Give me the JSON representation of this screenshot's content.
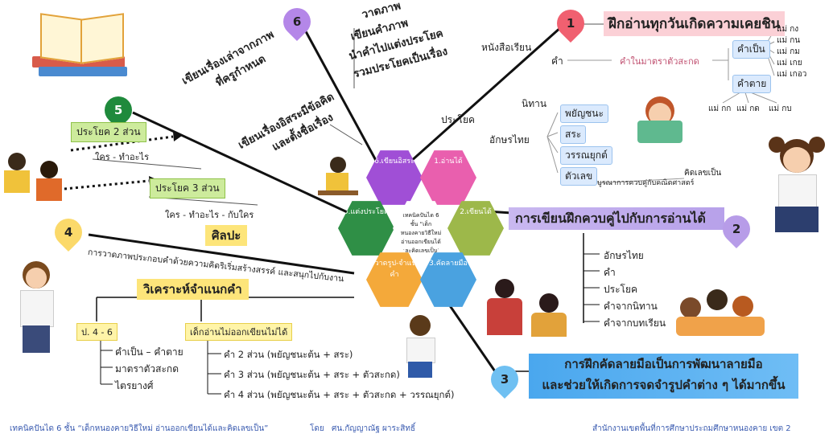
{
  "center": {
    "text": "เทคนิคปันได 6 ชั้น “เด็กหนองคายวิธีใหม่ อ่านออกเขียนได้ และคิดเลขเป็น”",
    "hexes": [
      {
        "label": "1.อ่านได้",
        "color": "#e95fae"
      },
      {
        "label": "2.เขียนได้",
        "color": "#9db84a"
      },
      {
        "label": "3.คัดลายมือ",
        "color": "#4aa2e0"
      },
      {
        "label": "4.วาดรูป-จำแนกคำ",
        "color": "#f4a93a"
      },
      {
        "label": "5.แต่งประโยค",
        "color": "#2f8f46"
      },
      {
        "label": "6.เขียนอิสระ",
        "color": "#a04fd6"
      }
    ]
  },
  "branch1": {
    "number": "1",
    "title": "ฝึกอ่านทุกวันเกิดความเคยชิน",
    "items": [
      "หนังสือเรียน",
      "คำ",
      "นิทาน",
      "ประโยค",
      "อักษรไทย"
    ],
    "kham_sub": "คำในมาตราตัวสะกด",
    "kham_pen": "คำเป็น",
    "kham_tai": "คำตาย",
    "pen_list": [
      "แม่ กง",
      "แม่ กน",
      "แม่ กม",
      "แม่ เกย",
      "แม่ เกอว"
    ],
    "tai_list": [
      "แม่ กก",
      "แม่ กด",
      "แม่ กบ"
    ],
    "akson_list": [
      "พยัญชนะ",
      "สระ",
      "วรรณยุกต์",
      "ตัวเลข"
    ],
    "tua_lek_note": "บูรณาการควบคู่กับคณิตศาสตร์",
    "khit_lek": "คิดเลขเป็น"
  },
  "branch2": {
    "number": "2",
    "title": "การเขียนฝึกควบคู่ไปกับการอ่านได้",
    "items": [
      "อักษรไทย",
      "คำ",
      "ประโยค",
      "คำจากนิทาน",
      "คำจากบทเรียน"
    ]
  },
  "branch3": {
    "number": "3",
    "line1": "การฝึกคัดลายมือเป็นการพัฒนาลายมือ",
    "line2": "และช่วยให้เกิดการจดจำรูปคำต่าง ๆ ได้มากขึ้น"
  },
  "branch4": {
    "number": "4",
    "title": "ศิลปะ",
    "desc": "การวาดภาพประกอบคำด้วยความคิดริเริ่มสร้างสรรค์ และสนุกไปกับงาน",
    "classify_title": "วิเคราะห์จำแนกคำ",
    "p46": "ป. 4 - 6",
    "p46_items": [
      "คำเป็น – คำตาย",
      "มาตราตัวสะกด",
      "ไตรยางศ์"
    ],
    "weak": "เด็กอ่านไม่ออกเขียนไม่ได้",
    "weak_items": [
      "คำ 2 ส่วน (พยัญชนะต้น + สระ)",
      "คำ 3 ส่วน (พยัญชนะต้น + สระ + ตัวสะกด)",
      "คำ 4 ส่วน (พยัญชนะต้น + สระ + ตัวสะกด + วรรณยุกต์)"
    ]
  },
  "branch5": {
    "number": "5",
    "s2": "ประโยค 2 ส่วน",
    "s2_pattern": "ใคร - ทำอะไร",
    "s3": "ประโยค 3 ส่วน",
    "s3_pattern": "ใคร - ทำอะไร - กับใคร"
  },
  "branch6": {
    "number": "6",
    "top_items": [
      "วาดภาพ",
      "เขียนคำภาพ",
      "นำคำไปแต่งประโยค",
      "รวมประโยคเป็นเรื่อง"
    ],
    "story": [
      "เขียนเรื่องเล่าจากภาพ",
      "ที่ครูกำหนด"
    ],
    "free": [
      "เขียนเรื่องอิสระมีข้อคิด",
      "และตั้งชื่อเรื่อง"
    ]
  },
  "footer": {
    "left": "เทคนิคปันได 6 ชั้น “เด็กหนองคายวิธีใหม่ อ่านออกเขียนได้และคิดเลขเป็น”",
    "by": "โดย",
    "author": "ศน.กัญญาณัฐ ผาระสิทธิ์",
    "right": "สำนักงานเขตพื้นที่การศึกษาประถมศึกษาหนองคาย เขต 2"
  }
}
